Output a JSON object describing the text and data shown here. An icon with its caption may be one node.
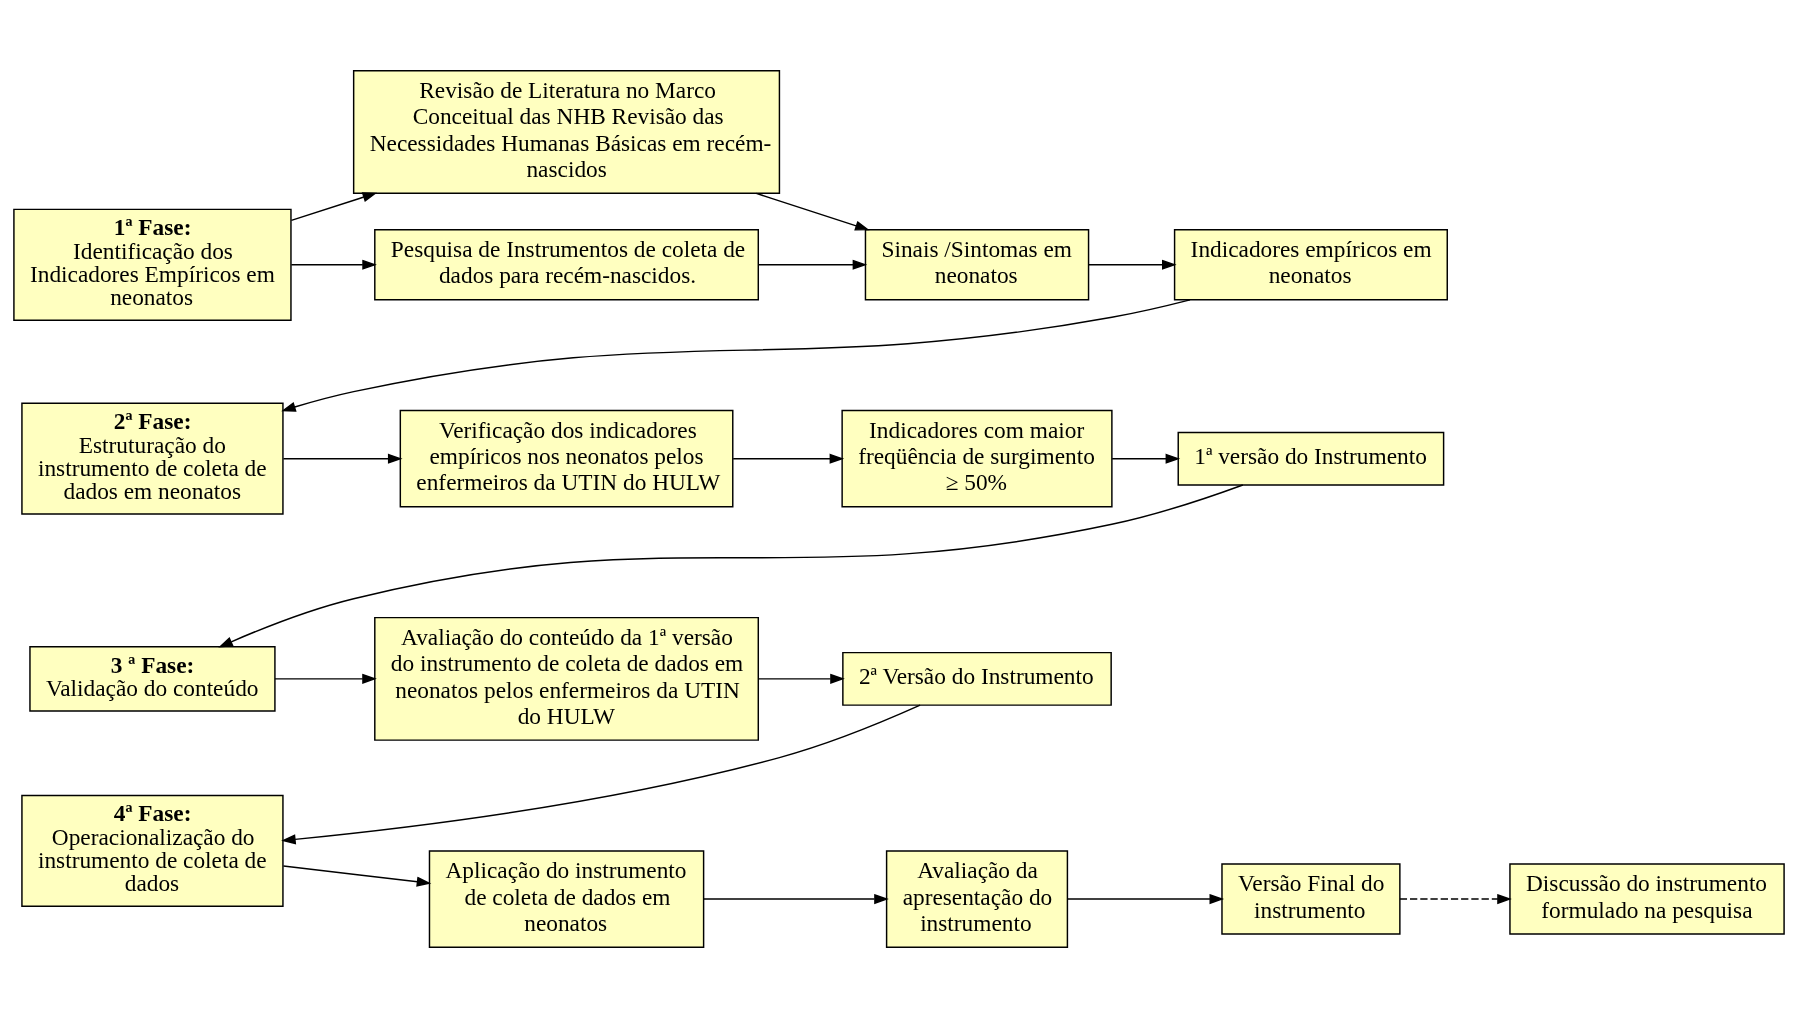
{
  "diagram": {
    "nodes": [
      {
        "text": [
          "1ª Fase:",
          "Identificação dos Indicadores Empíricos em neonatos"
        ]
      },
      {
        "text": [
          "Revisão de Literatura no Marco Conceitual das NHB Revisão das Necessidades Humanas Básicas em recém-nascidos"
        ]
      },
      {
        "text": [
          "Pesquisa de Instrumentos de coleta de dados para recém-nascidos."
        ]
      },
      {
        "text": [
          "Sinais /Sintomas em neonatos"
        ]
      },
      {
        "text": [
          "Indicadores empíricos em neonatos"
        ]
      },
      {
        "text": [
          "2ª Fase:",
          "Estruturação do instrumento de coleta de dados em neonatos"
        ]
      },
      {
        "text": [
          "Verificação dos indicadores empíricos nos neonatos pelos enfermeiros da UTIN do HULW"
        ]
      },
      {
        "text": [
          "Indicadores com maior freqüência de surgimento ≥ 50%"
        ]
      },
      {
        "text": [
          "1ª versão do Instrumento"
        ]
      },
      {
        "text": [
          "3 ª Fase:",
          "Validação do conteúdo"
        ]
      },
      {
        "text": [
          "Avaliação do conteúdo da 1ª versão do instrumento de coleta de dados em neonatos pelos enfermeiros da UTIN do HULW"
        ]
      },
      {
        "text": [
          "2ª Versão do Instrumento"
        ]
      },
      {
        "text": [
          "4ª Fase:",
          "Operacionalização do instrumento de coleta de dados"
        ]
      },
      {
        "text": [
          "Aplicação do instrumento de coleta de dados em neonatos"
        ]
      },
      {
        "text": [
          "Avaliação da apresentação do instrumento"
        ]
      },
      {
        "text": [
          "Versão Final do instrumento"
        ]
      },
      {
        "text": [
          "Discussão do instrumento formulado na pesquisa"
        ]
      }
    ],
    "edges": [
      {
        "from": 0,
        "to": 1,
        "arrow": "to"
      },
      {
        "from": 0,
        "to": 2,
        "arrow": "to"
      },
      {
        "from": 1,
        "to": 3,
        "arrow": "to"
      },
      {
        "from": 2,
        "to": 3,
        "arrow": "to"
      },
      {
        "from": 3,
        "to": 4,
        "arrow": "to"
      },
      {
        "from": 4,
        "to": 5,
        "arrow": "to"
      },
      {
        "from": 5,
        "to": 6,
        "arrow": "to"
      },
      {
        "from": 6,
        "to": 7,
        "arrow": "to"
      },
      {
        "from": 7,
        "to": 8,
        "arrow": "to"
      },
      {
        "from": 8,
        "to": 9,
        "arrow": "to"
      },
      {
        "from": 9,
        "to": 10,
        "arrow": "to"
      },
      {
        "from": 10,
        "to": 11,
        "arrow": "to"
      },
      {
        "from": 11,
        "to": 12,
        "arrow": "to"
      },
      {
        "from": 12,
        "to": 13,
        "arrow": "to"
      },
      {
        "from": 13,
        "to": 14,
        "arrow": "to"
      },
      {
        "from": 14,
        "to": 15,
        "arrow": "to"
      },
      {
        "from": 15,
        "to": 16,
        "arrow": "to",
        "style": "dashed"
      }
    ]
  }
}
